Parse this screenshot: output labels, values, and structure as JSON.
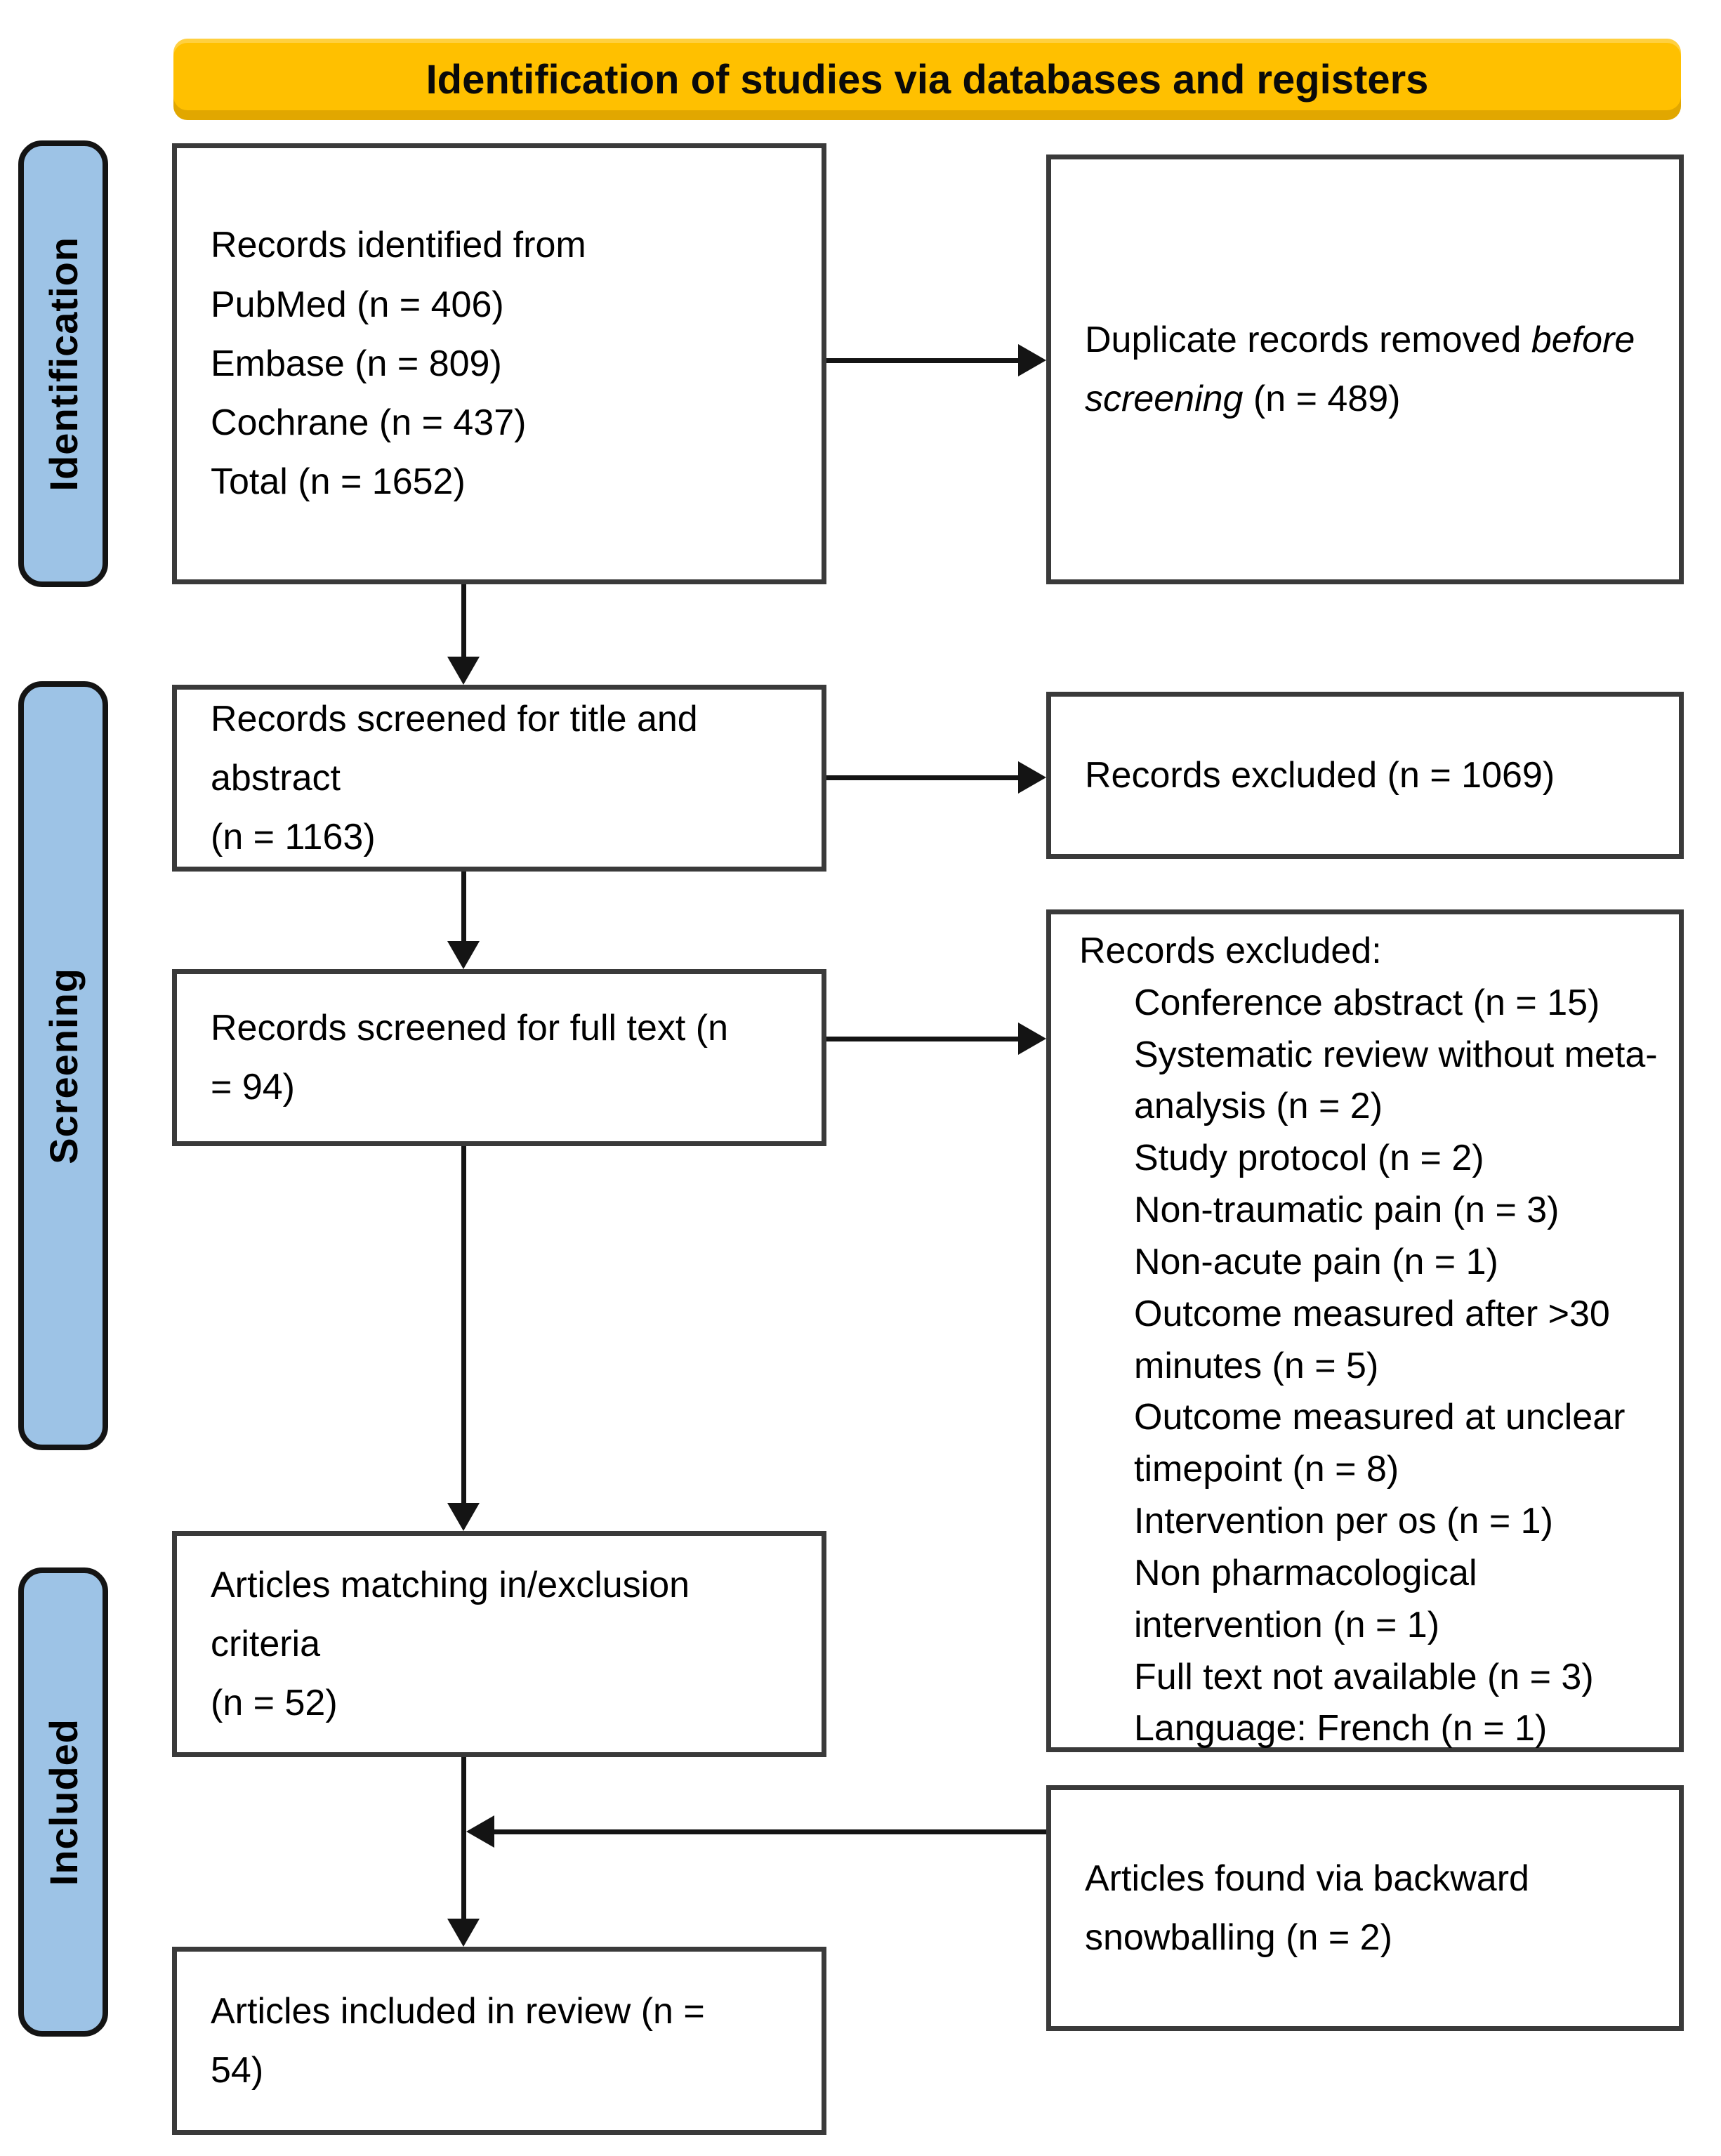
{
  "banner": {
    "title": "Identification of studies via databases and registers",
    "bg_color": "#FFC000"
  },
  "stages": {
    "identification": "Identification",
    "screening": "Screening",
    "included": "Included",
    "bg_color": "#9DC3E6"
  },
  "flow": {
    "identified": {
      "lines": [
        "Records identified from",
        "PubMed (n = 406)",
        "Embase (n = 809)",
        "Cochrane (n = 437)",
        "Total (n = 1652)"
      ]
    },
    "duplicates_removed": {
      "normal1": "Duplicate records removed ",
      "italic1": "before screening",
      "normal2": " (n = 489)"
    },
    "screened_title_abstract": {
      "lines": [
        "Records screened for title and",
        "abstract",
        "(n = 1163)"
      ]
    },
    "records_excluded_screening": {
      "text": "Records excluded (n = 1069)"
    },
    "screened_full_text": {
      "lines": [
        "Records screened for full text (n",
        "= 94)"
      ]
    },
    "records_excluded_full_text": {
      "title": "Records excluded:",
      "items": [
        "Conference abstract (n = 15)",
        "Systematic review without meta-analysis (n = 2)",
        "Study protocol (n = 2)",
        "Non-traumatic pain (n = 3)",
        "Non-acute pain (n = 1)",
        "Outcome measured after >30 minutes (n = 5)",
        "Outcome measured at unclear timepoint (n = 8)",
        "Intervention per os (n = 1)",
        "Non pharmacological intervention (n = 1)",
        "Full text not available (n = 3)",
        "Language: French (n = 1)"
      ]
    },
    "matching_criteria": {
      "lines": [
        "Articles matching in/exclusion",
        "criteria",
        "(n = 52)"
      ]
    },
    "backward_snowballing": {
      "lines": [
        "Articles found via backward",
        "snowballing (n = 2)"
      ]
    },
    "included_in_review": {
      "lines": [
        "Articles included in review (n =",
        "54)"
      ]
    }
  }
}
